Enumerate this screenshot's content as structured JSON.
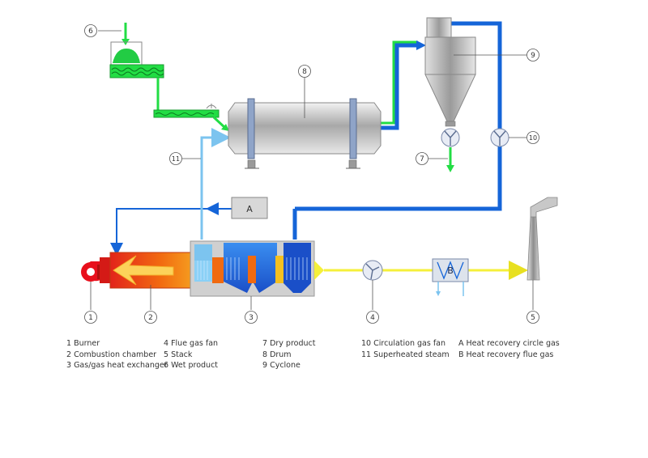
{
  "markers": {
    "burner": "1",
    "combustion_chamber": "2",
    "heat_exchanger": "3",
    "flue_gas_fan": "4",
    "stack": "5",
    "wet_product": "6",
    "dry_product": "7",
    "drum": "8",
    "cyclone": "9",
    "circulation_fan": "10",
    "superheated_steam": "11",
    "hr_circle": "A",
    "hr_flue": "B"
  },
  "legend": {
    "col1": [
      "1 Burner",
      "2 Combustion chamber",
      "3 Gas/gas heat exchanger"
    ],
    "col2": [
      "4 Flue gas fan",
      "5 Stack",
      "6 Wet product"
    ],
    "col3": [
      "7 Dry product",
      "8 Drum",
      "9 Cyclone"
    ],
    "col4": [
      "10 Circulation gas fan",
      "11 Superheated steam"
    ],
    "col5": [
      "A  Heat recovery circle gas",
      "B  Heat recovery flue gas"
    ]
  },
  "colors": {
    "green": "#22dd44",
    "blue": "#1565d8",
    "light_blue": "#7cc4ef",
    "yellow": "#f5f03a",
    "red": "#e8101c",
    "orange": "#f06a10",
    "gray": "#b8b8b8"
  }
}
